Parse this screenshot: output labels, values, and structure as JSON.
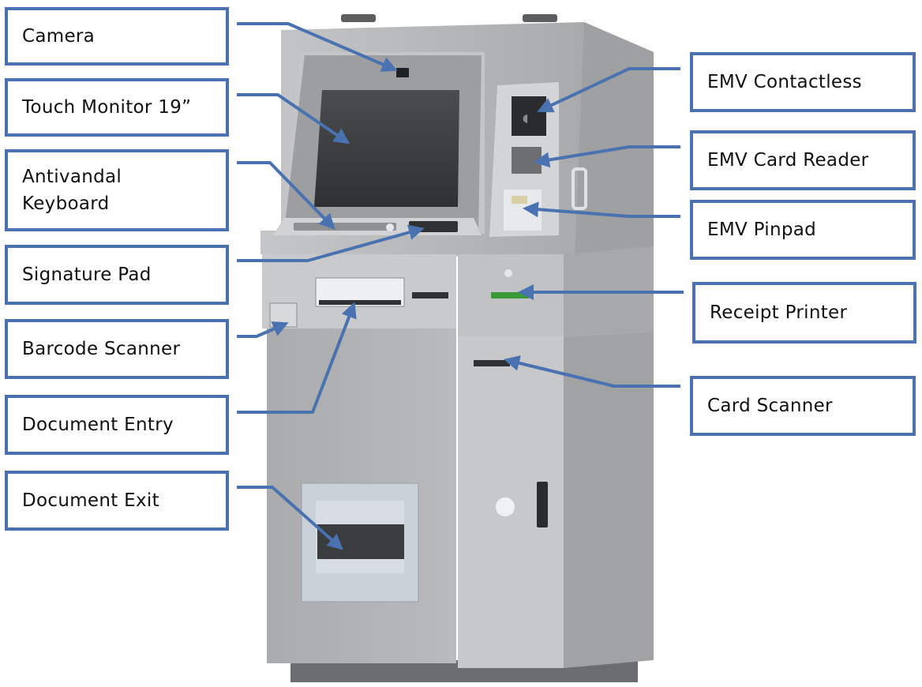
{
  "colors": {
    "callout_border": "#4a72b0",
    "callout_line": "#4a72b0",
    "kiosk_body": "#b3b5b7",
    "kiosk_dark": "#3a3c3e"
  },
  "labels": {
    "camera": "Camera",
    "touch_monitor": "Touch Monitor 19”",
    "antivandal_keyboard": "Antivandal\nKeyboard",
    "signature_pad": "Signature Pad",
    "barcode_scanner": "Barcode Scanner",
    "document_entry": "Document Entry",
    "document_exit": "Document Exit",
    "emv_contactless": "EMV Contactless",
    "emv_card_reader": "EMV Card Reader",
    "emv_pinpad": "EMV Pinpad",
    "receipt_printer": "Receipt Printer",
    "card_scanner": "Card Scanner"
  }
}
